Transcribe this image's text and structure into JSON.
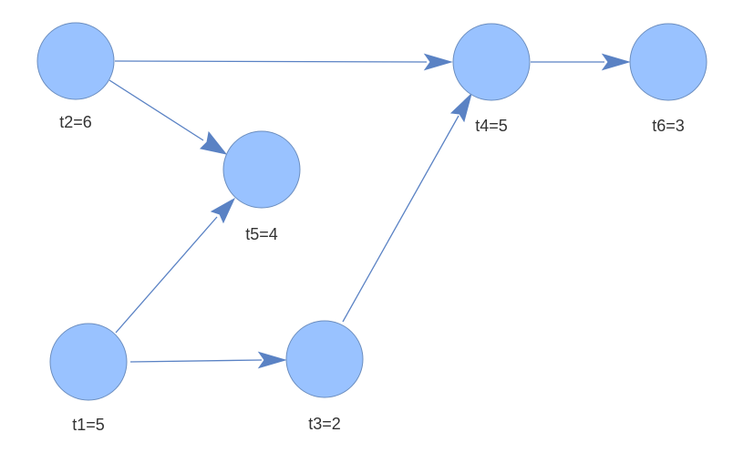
{
  "diagram": {
    "node_color": "#99c2ff",
    "node_border_color": "#6c8ebf",
    "edge_color": "#5a82c4",
    "label_color": "#333333",
    "nodes": [
      {
        "id": "t1",
        "label": "t1=5"
      },
      {
        "id": "t2",
        "label": "t2=6"
      },
      {
        "id": "t3",
        "label": "t3=2"
      },
      {
        "id": "t4",
        "label": "t4=5"
      },
      {
        "id": "t5",
        "label": "t5=4"
      },
      {
        "id": "t6",
        "label": "t6=3"
      }
    ],
    "edges": [
      {
        "from": "t2",
        "to": "t4"
      },
      {
        "from": "t2",
        "to": "t5"
      },
      {
        "from": "t1",
        "to": "t5"
      },
      {
        "from": "t1",
        "to": "t3"
      },
      {
        "from": "t3",
        "to": "t4"
      },
      {
        "from": "t4",
        "to": "t6"
      }
    ]
  }
}
